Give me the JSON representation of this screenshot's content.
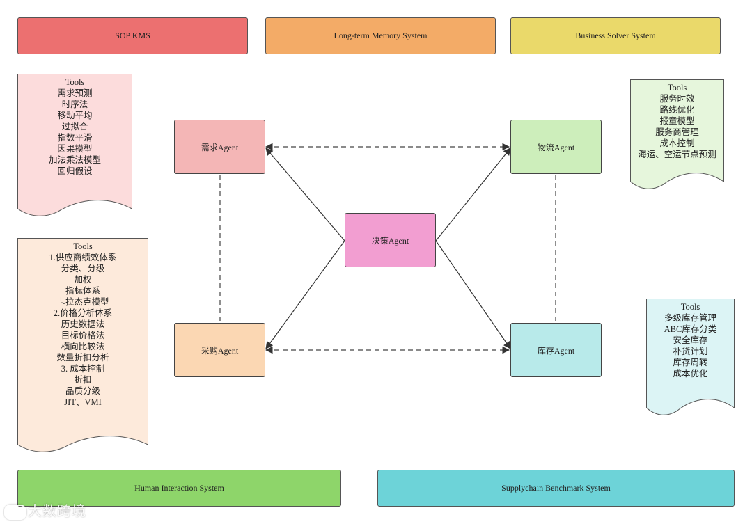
{
  "systems": {
    "sop": {
      "label": "SOP  KMS",
      "color": "#ec7070"
    },
    "memory": {
      "label": "Long-term Memory System",
      "color": "#f3ab67"
    },
    "business": {
      "label": "Business Solver System",
      "color": "#ead96a"
    },
    "human": {
      "label": "Human Interaction System",
      "color": "#8ed56a"
    },
    "benchmark": {
      "label": "Supplychain  Benchmark System",
      "color": "#6dd3d8"
    }
  },
  "agents": {
    "demand": {
      "label": "需求Agent",
      "color": "#f4b6b6"
    },
    "logistics": {
      "label": "物流Agent",
      "color": "#cdeebb"
    },
    "decision": {
      "label": "决策Agent",
      "color": "#f29ed1"
    },
    "purchase": {
      "label": "采购Agent",
      "color": "#fbd7b3"
    },
    "inventory": {
      "label": "库存Agent",
      "color": "#b8eaea"
    }
  },
  "tools": {
    "demand": {
      "color": "#fcdcdc",
      "lines": [
        "Tools",
        "需求预测",
        "时序法",
        "移动平均",
        "过拟合",
        "指数平滑",
        "因果模型",
        "加法乘法模型",
        "回归假设"
      ]
    },
    "purchase": {
      "color": "#fdeadb",
      "lines": [
        "Tools",
        "1.供应商绩效体系",
        "分类、分级",
        "加权",
        "指标体系",
        "卡拉杰克模型",
        "2.价格分析体系",
        "历史数据法",
        "目标价格法",
        "横向比较法",
        "数量折扣分析",
        "3. 成本控制",
        "折扣",
        "品质分级",
        "JIT、VMI"
      ]
    },
    "logistics": {
      "color": "#e6f6dc",
      "lines": [
        "Tools",
        "服务时效",
        "路线优化",
        "报童模型",
        "服务商管理",
        "成本控制",
        "海运、空运节点预测"
      ]
    },
    "inventory": {
      "color": "#dcf4f5",
      "lines": [
        "Tools",
        "多级库存管理",
        "ABC库存分类",
        "安全库存",
        "补货计划",
        "库存周转",
        "成本优化"
      ]
    }
  },
  "watermark": {
    "text": "大数跨境"
  }
}
